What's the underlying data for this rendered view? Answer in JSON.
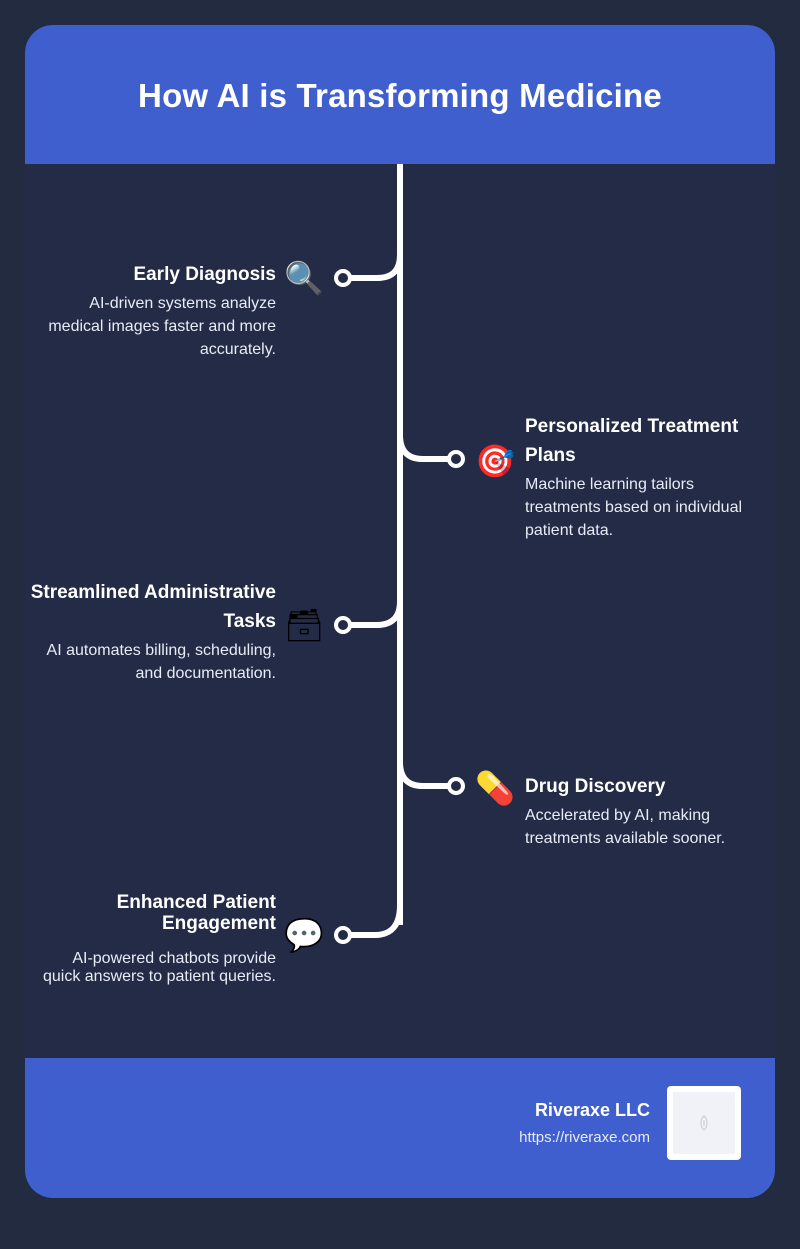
{
  "title": "How AI is Transforming Medicine",
  "items": [
    {
      "side": "left",
      "heading": "Early Diagnosis",
      "icon": "🔍",
      "icon_name": "magnifier-icon",
      "description": "AI-driven systems analyze medical images faster and more accurately."
    },
    {
      "side": "right",
      "heading": "Personalized Treatment Plans",
      "icon": "🎯",
      "icon_name": "target-icon",
      "description": "Machine learning tailors treatments based on individual patient data."
    },
    {
      "side": "left",
      "heading": "Streamlined Administrative Tasks",
      "icon": "🗃",
      "icon_name": "file-cabinet-icon",
      "description": "AI automates billing, scheduling, and documentation."
    },
    {
      "side": "right",
      "heading": "Drug Discovery",
      "icon": "💊",
      "icon_name": "pill-icon",
      "description": "Accelerated by AI, making treatments available sooner."
    },
    {
      "side": "left",
      "heading": "Enhanced Patient Engagement",
      "icon": "💬",
      "icon_name": "speech-bubble-icon",
      "description": "AI-powered chatbots provide quick answers to patient queries."
    }
  ],
  "footer": {
    "company": "Riveraxe LLC",
    "url": "https://riveraxe.com",
    "logo_icon": "company-logo-icon"
  },
  "colors": {
    "accent": "#405fcf",
    "background": "#232b46",
    "line": "#ffffff"
  }
}
